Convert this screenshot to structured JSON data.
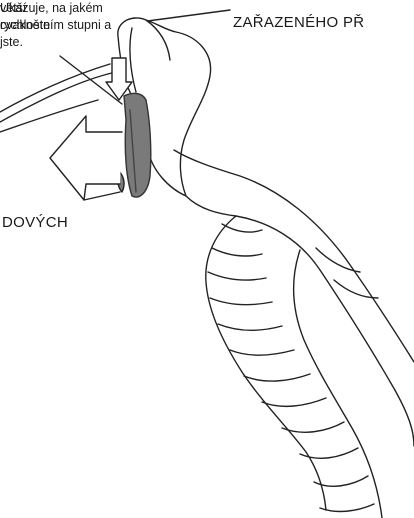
{
  "callouts": {
    "gear_indicator": {
      "heading": "ZAŘAZENÉHO PŘ",
      "lines": [
        "Ukazuje, na jakém",
        "rychlostním stupni a",
        "jste."
      ]
    },
    "large_gear": {
      "heading": "DOVÝCH",
      "lines": [
        "větší",
        "cvakněte"
      ]
    }
  },
  "illustration": {
    "subject": "road bike brake/shift lever on handlebar",
    "line_color": "#222222",
    "lever_color": "#7a7a7a",
    "arrow_fill": "#ffffff"
  }
}
